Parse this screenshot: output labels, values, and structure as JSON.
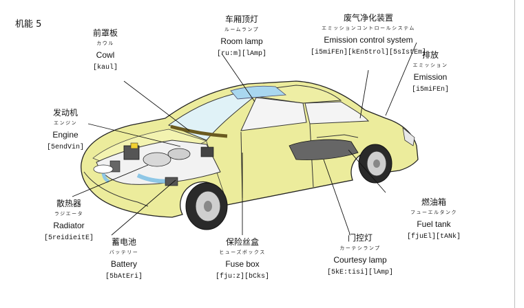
{
  "page_title": "机能 5",
  "parts": [
    {
      "id": "cowl",
      "zh": "前罩板",
      "kana": "カウル",
      "en": "Cowl",
      "ipa": "[kaul]"
    },
    {
      "id": "room-lamp",
      "zh": "车厢顶灯",
      "kana": "ルームランプ",
      "en": "Room lamp",
      "ipa": "[ru:m][lAmp]"
    },
    {
      "id": "emission-control-system",
      "zh": "废气净化装置",
      "kana": "エミッションコントロールシステム",
      "en": "Emission control system",
      "ipa": "[i5miFEn][kEn5trol][5sIstEm]"
    },
    {
      "id": "emission",
      "zh": "排放",
      "kana": "エミッション",
      "en": "Emission",
      "ipa": "[i5miFEn]"
    },
    {
      "id": "engine",
      "zh": "发动机",
      "kana": "エンジン",
      "en": "Engine",
      "ipa": "[5endVin]"
    },
    {
      "id": "radiator",
      "zh": "散热器",
      "kana": "ラジエータ",
      "en": "Radiator",
      "ipa": "[5reidieitE]"
    },
    {
      "id": "battery",
      "zh": "蓄电池",
      "kana": "バッテリー",
      "en": "Battery",
      "ipa": "[5bAtEri]"
    },
    {
      "id": "fuse-box",
      "zh": "保险丝盒",
      "kana": "ヒューズボックス",
      "en": "Fuse box",
      "ipa": "[fju:z][bCks]"
    },
    {
      "id": "courtesy-lamp",
      "zh": "门控灯",
      "kana": "カーテシランプ",
      "en": "Courtesy lamp",
      "ipa": "[5kE:tisi][lAmp]"
    },
    {
      "id": "fuel-tank",
      "zh": "燃油箱",
      "kana": "フューエルタンク",
      "en": "Fuel tank",
      "ipa": "[fjuEl][tANk]"
    }
  ]
}
